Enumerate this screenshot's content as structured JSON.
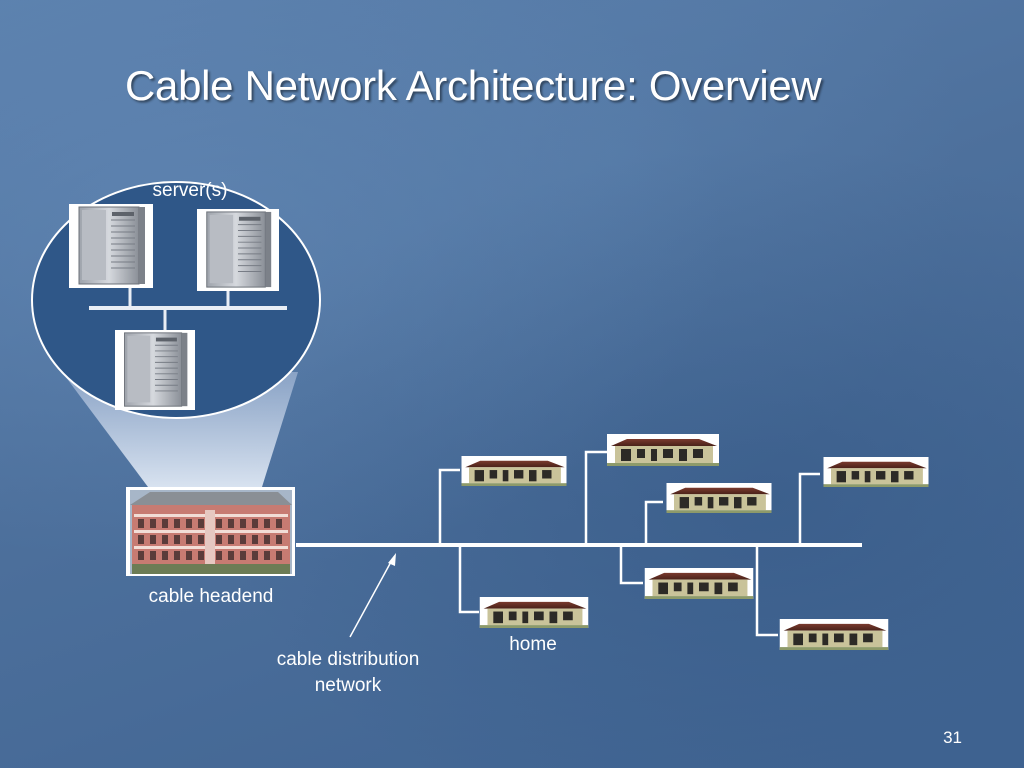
{
  "slide": {
    "title": "Cable Network Architecture: Overview",
    "page_number": "31"
  },
  "labels": {
    "servers": "server(s)",
    "headend": "cable headend",
    "home": "home",
    "distribution_line1": "cable distribution",
    "distribution_line2": "network"
  },
  "colors": {
    "background": "#4d709c",
    "server_bubble": "#2f5788",
    "cable_line": "#ffffff",
    "text": "#ffffff"
  },
  "icons": [
    "server-icon",
    "headend-building-icon",
    "home-icon"
  ]
}
